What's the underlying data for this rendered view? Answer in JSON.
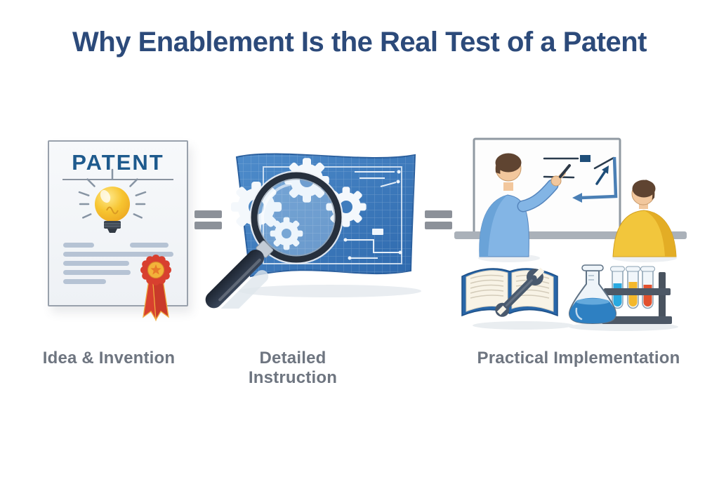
{
  "title": {
    "text": "Why Enablement Is the Real Test of a Patent",
    "color": "#2c4a7a"
  },
  "connectors": [
    {
      "icon": "equals-icon",
      "symbol": "="
    },
    {
      "icon": "equals-icon",
      "symbol": "="
    }
  ],
  "panels": [
    {
      "label": "Idea & Invention",
      "illustration": "patent-document",
      "document_heading": "PATENT",
      "icons": [
        "lightbulb-icon",
        "award-ribbon-icon",
        "document-text-lines"
      ]
    },
    {
      "label": "Detailed Instruction",
      "illustration": "blueprint-with-magnifier",
      "icons": [
        "blueprint-icon",
        "gear-icon",
        "magnifier-icon"
      ]
    },
    {
      "label": "Practical Implementation",
      "illustration": "teaching-and-lab-scene",
      "icons": [
        "whiteboard-icon",
        "presenter-icon",
        "viewer-icon",
        "book-icon",
        "wrench-icon",
        "flask-icon",
        "test-tubes-icon"
      ]
    }
  ],
  "palette": {
    "title_blue": "#2c4a7a",
    "patent_heading_blue": "#1e5a8d",
    "caption_gray": "#6e7580",
    "equals_gray": "#8c9199",
    "blueprint_blue": "#3a7bc0",
    "bulb_yellow": "#f7c531",
    "ribbon_red": "#d8402f",
    "shirt_blue": "#83b5e5",
    "shirt_yellow": "#f2c63c",
    "flask_liquid_blue": "#2e80c2",
    "tube_cyan": "#29a9e0",
    "tube_yellow": "#f4b82c",
    "tube_red": "#e2512e"
  }
}
